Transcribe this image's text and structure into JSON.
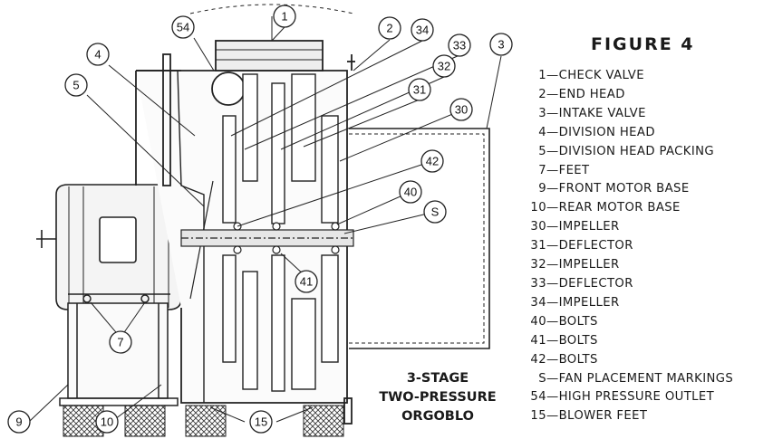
{
  "figure_title": "FIGURE 4",
  "caption": [
    "3-STAGE",
    "TWO-PRESSURE",
    "ORGOBLO"
  ],
  "legend": [
    {
      "key": "1",
      "label": "CHECK VALVE"
    },
    {
      "key": "2",
      "label": "END HEAD"
    },
    {
      "key": "3",
      "label": "INTAKE VALVE"
    },
    {
      "key": "4",
      "label": "DIVISION HEAD"
    },
    {
      "key": "5",
      "label": "DIVISION HEAD PACKING"
    },
    {
      "key": "7",
      "label": "FEET"
    },
    {
      "key": "9",
      "label": "FRONT MOTOR BASE"
    },
    {
      "key": "10",
      "label": "REAR MOTOR BASE"
    },
    {
      "key": "30",
      "label": "IMPELLER"
    },
    {
      "key": "31",
      "label": "DEFLECTOR"
    },
    {
      "key": "32",
      "label": "IMPELLER"
    },
    {
      "key": "33",
      "label": "DEFLECTOR"
    },
    {
      "key": "34",
      "label": "IMPELLER"
    },
    {
      "key": "40",
      "label": "BOLTS"
    },
    {
      "key": "41",
      "label": "BOLTS"
    },
    {
      "key": "42",
      "label": "BOLTS"
    },
    {
      "key": "S",
      "label": "FAN PLACEMENT MARKINGS"
    },
    {
      "key": "54",
      "label": "HIGH PRESSURE OUTLET"
    },
    {
      "key": "15",
      "label": "BLOWER FEET"
    }
  ],
  "callouts": [
    "1",
    "2",
    "3",
    "4",
    "5",
    "7",
    "9",
    "10",
    "15",
    "30",
    "31",
    "32",
    "33",
    "34",
    "40",
    "41",
    "42",
    "S",
    "54"
  ],
  "separator": "—"
}
